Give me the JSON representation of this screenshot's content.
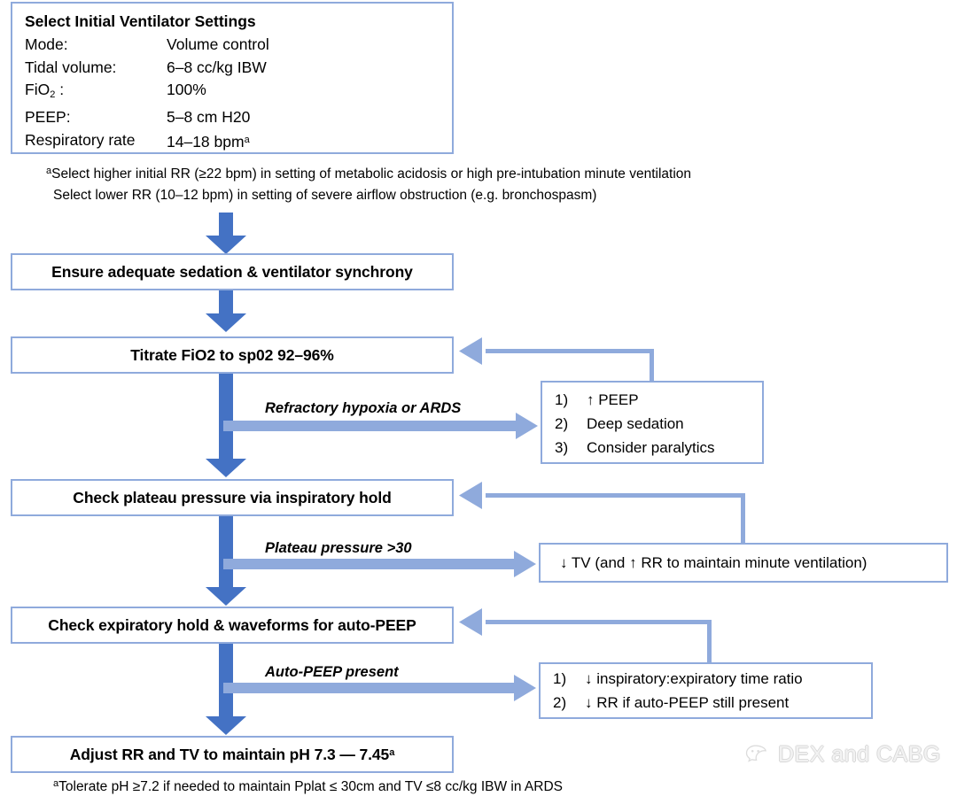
{
  "settings_card": {
    "title": "Select Initial Ventilator Settings",
    "rows": [
      {
        "key": "Mode:",
        "value": "Volume control"
      },
      {
        "key": "Tidal volume:",
        "value": "6–8 cc/kg IBW"
      },
      {
        "key": "FiO2 :",
        "value": "100%"
      },
      {
        "key": "PEEP:",
        "value": "5–8 cm H20"
      },
      {
        "key": "Respiratory rate",
        "value": "14–18 bpma"
      }
    ]
  },
  "footnote_top": {
    "line1": "aSelect higher initial RR (≥22 bpm) in setting of metabolic acidosis or high pre-intubation minute ventilation",
    "line2": "Select lower RR (10–12 bpm) in setting of severe airflow obstruction (e.g. bronchospasm)"
  },
  "footnote_bottom": {
    "text": "aTolerate pH ≥7.2 if needed to maintain Pplat ≤ 30cm and TV ≤8 cc/kg IBW in ARDS"
  },
  "main_steps": [
    {
      "label": "Ensure adequate sedation & ventilator synchrony"
    },
    {
      "label": "Titrate FiO2 to sp02 92–96%"
    },
    {
      "label": "Check plateau pressure via inspiratory hold"
    },
    {
      "label": "Check expiratory hold & waveforms for auto-PEEP"
    },
    {
      "label": "Adjust RR and TV to maintain pH 7.3 – 7.45a"
    }
  ],
  "branches": [
    {
      "condition": "Refractory hypoxia or ARDS",
      "items": [
        {
          "num": "1)",
          "text": "↑ PEEP"
        },
        {
          "num": "2)",
          "text": "Deep sedation"
        },
        {
          "num": "3)",
          "text": "Consider paralytics"
        }
      ]
    },
    {
      "condition": "Plateau pressure >30",
      "items": [
        {
          "text": "↓ TV  (and ↑ RR to maintain minute ventilation)"
        }
      ]
    },
    {
      "condition": "Auto-PEEP present",
      "items": [
        {
          "num": "1)",
          "text": "↓ inspiratory:expiratory time ratio"
        },
        {
          "num": "2)",
          "text": "↓ RR if auto-PEEP still present"
        }
      ]
    }
  ],
  "watermark": {
    "text": "DEX and CABG",
    "icon": "wechat-icon"
  },
  "colors": {
    "box_border": "#8FAADC",
    "arrow_dark": "#4472C4",
    "arrow_light": "#8FAADC",
    "background": "#FFFFFF",
    "text": "#000000"
  }
}
